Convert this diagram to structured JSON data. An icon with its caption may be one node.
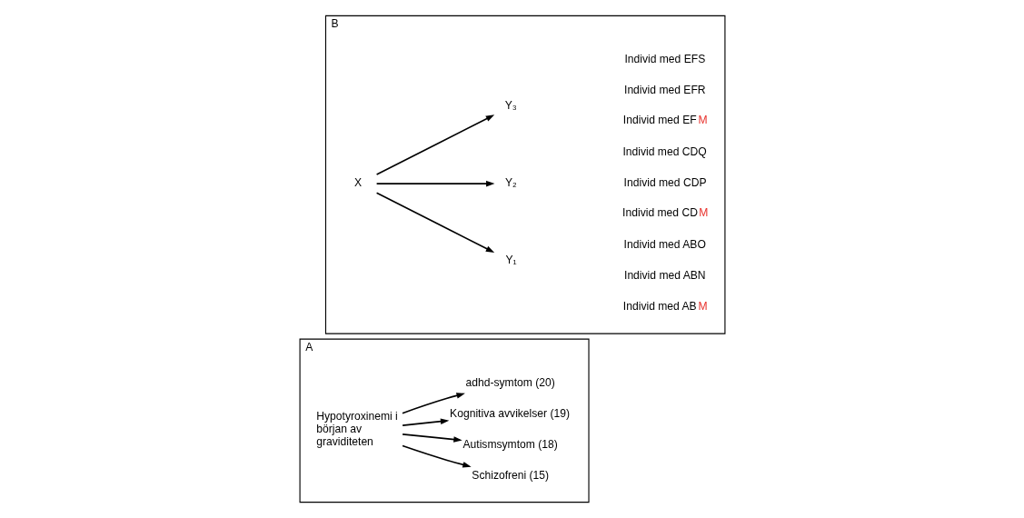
{
  "diagram": {
    "nodes": [
      {
        "text": [
          "A"
        ]
      },
      {
        "text": [
          "Hypotyroxinemi i början av graviditeten"
        ],
        "in": 0
      },
      {
        "text": [
          "Schizofreni (15)"
        ],
        "in": 0
      },
      {
        "text": [
          "Autismsymtom (18)"
        ],
        "in": 0
      },
      {
        "text": [
          "Kognitiva avvikelser (19)"
        ],
        "in": 0
      },
      {
        "text": [
          "adhd-symtom (20)"
        ],
        "in": 0
      },
      {
        "text": [
          "B"
        ]
      },
      {
        "text": [
          "X"
        ],
        "in": 6
      },
      {
        "text": [
          "Y₁"
        ],
        "in": 6
      },
      {
        "text": [
          "Y₂"
        ],
        "in": 6
      },
      {
        "text": [
          "Y₃"
        ],
        "in": 6
      },
      {
        "text": [
          "Individ med ABM"
        ],
        "in": 6
      },
      {
        "text": [
          "Individ med ABN"
        ],
        "in": 6
      },
      {
        "text": [
          "Individ med ABO"
        ],
        "in": 6
      },
      {
        "text": [
          "Individ med CDM"
        ],
        "in": 6
      },
      {
        "text": [
          "Individ med CDP"
        ],
        "in": 6
      },
      {
        "text": [
          "Individ med CDQ"
        ],
        "in": 6
      },
      {
        "text": [
          "Individ med EFM"
        ],
        "in": 6
      },
      {
        "text": [
          "Individ med EFR"
        ],
        "in": 6
      },
      {
        "text": [
          "Individ med EFS"
        ],
        "in": 6
      }
    ],
    "edges": [
      {
        "from": 1,
        "to": 2,
        "arrow": "to"
      },
      {
        "from": 1,
        "to": 3,
        "arrow": "to"
      },
      {
        "from": 1,
        "to": 4,
        "arrow": "to"
      },
      {
        "from": 1,
        "to": 5,
        "arrow": "to"
      },
      {
        "from": 7,
        "to": 8,
        "arrow": "to"
      },
      {
        "from": 7,
        "to": 9,
        "arrow": "to"
      },
      {
        "from": 7,
        "to": 10,
        "arrow": "to"
      }
    ]
  }
}
